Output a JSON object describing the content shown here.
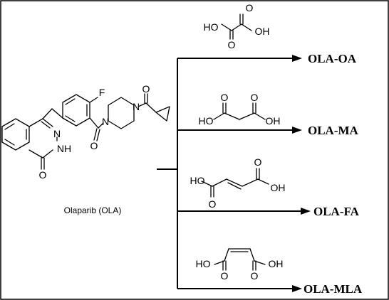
{
  "olaparib": {
    "name": "Olaparib (OLA)",
    "atoms": {
      "fluorine": "F",
      "nitrogen": "N",
      "nh": "NH",
      "oxygen": "O"
    }
  },
  "coformers": {
    "oxalic": {
      "ho": "HO",
      "oh": "OH",
      "o": "O"
    },
    "malonic": {
      "ho": "HO",
      "oh": "OH",
      "o": "O"
    },
    "fumaric": {
      "ho": "HO",
      "oh": "OH",
      "o": "O"
    },
    "maleic": {
      "ho": "HO",
      "oh": "OH",
      "o": "O"
    }
  },
  "products": [
    "OLA-OA",
    "OLA-MA",
    "OLA-FA",
    "OLA-MLA"
  ]
}
